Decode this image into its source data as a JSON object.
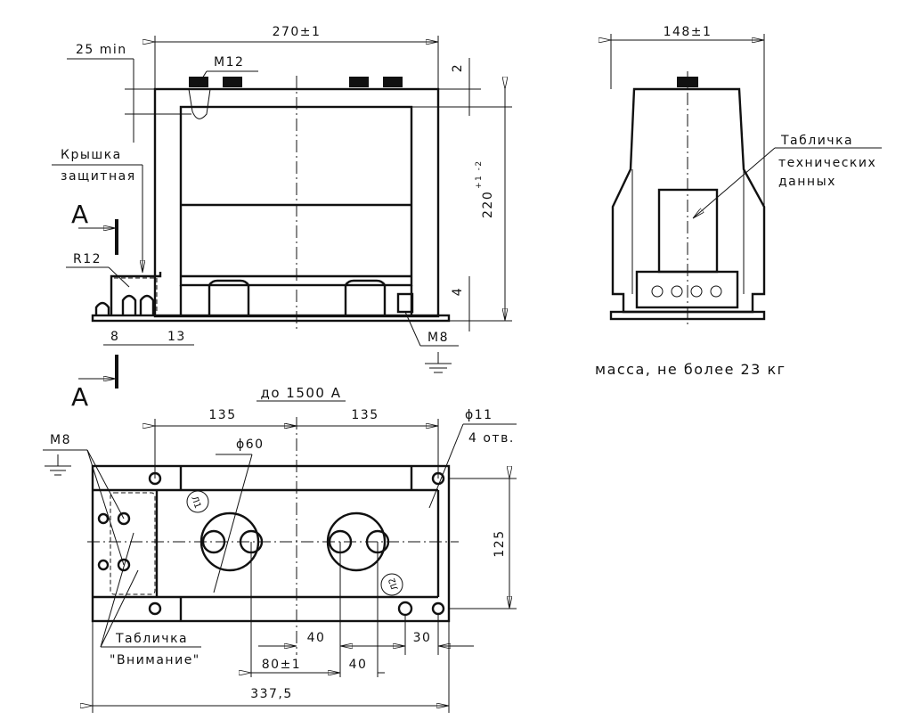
{
  "front_view": {
    "dim_width": "270±1",
    "dim_min_gap": "25 min",
    "thread_top": "M12",
    "dim_top": "2",
    "dim_height": "220",
    "dim_height_tol": "+1 -2",
    "dim_bottom": "4",
    "cover_label_line1": "Крышка",
    "cover_label_line2": "защитная",
    "section_mark": "A",
    "radius": "R12",
    "dim_8": "8",
    "dim_13": "13",
    "thread_ground": "M8"
  },
  "side_view": {
    "dim_width": "148±1",
    "plate_label_line1": "Табличка",
    "plate_label_line2": "технических",
    "plate_label_line3": "данных"
  },
  "mass_note": "масса, не более 23 кг",
  "bottom_view": {
    "title": "до 1500 А",
    "dim_135_left": "135",
    "dim_135_right": "135",
    "hole_diameter": "ϕ11",
    "hole_count": "4 отв.",
    "thread_ground": "M8",
    "bore_diameter": "ϕ60",
    "marker_l1": "Л1",
    "marker_l2": "Л2",
    "dim_125": "125",
    "dim_40_top": "40",
    "dim_30": "30",
    "dim_80": "80±1",
    "dim_40_bottom": "40",
    "dim_total": "337,5",
    "warning_label_line1": "Табличка",
    "warning_label_line2": "\"Внимание\""
  }
}
